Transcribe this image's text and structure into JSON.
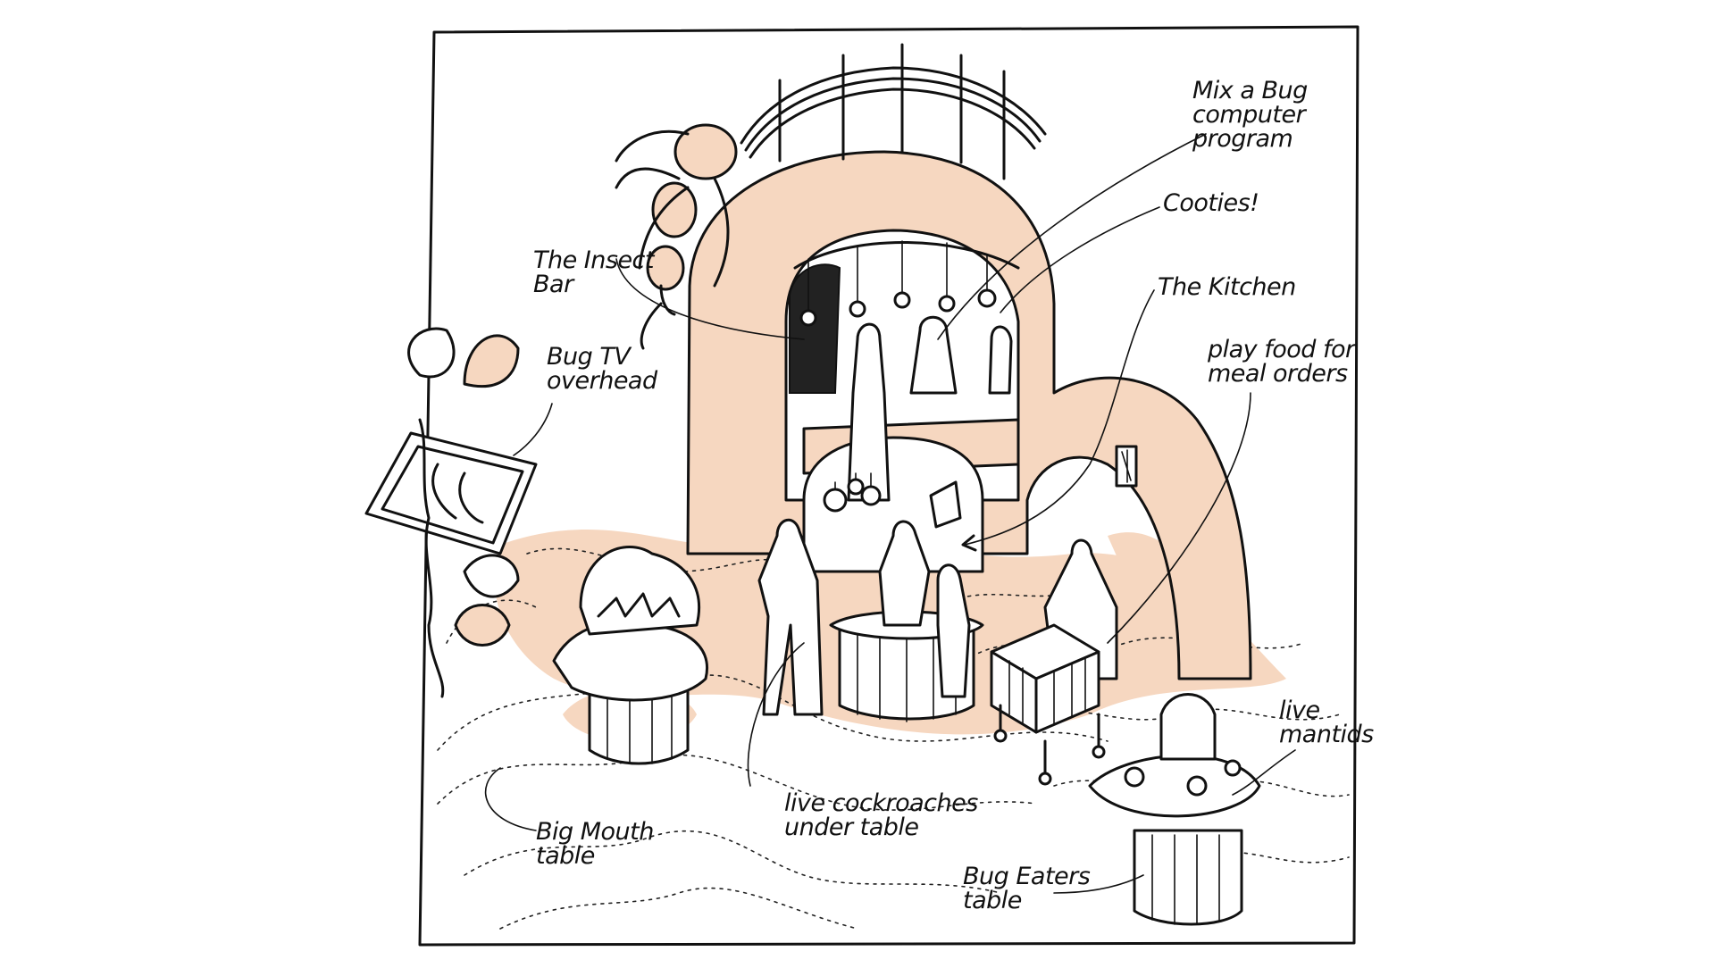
{
  "labels": {
    "mix_a_bug": [
      "Mix a Bug",
      "computer",
      "program"
    ],
    "cooties": [
      "Cooties!"
    ],
    "insect_bar": [
      "The Insect",
      "Bar"
    ],
    "kitchen": [
      "The Kitchen"
    ],
    "play_food": [
      "play food for",
      "meal orders"
    ],
    "bug_tv": [
      "Bug TV",
      "overhead"
    ],
    "live_mantids": [
      "live",
      "mantids"
    ],
    "live_cockroaches": [
      "live cockroaches",
      "under table"
    ],
    "big_mouth": [
      "Big Mouth",
      "table"
    ],
    "bug_eaters": [
      "Bug Eaters",
      "table"
    ]
  },
  "colors": {
    "ink": "#111111",
    "peach": "#f6d7c0",
    "paper": "#ffffff"
  }
}
